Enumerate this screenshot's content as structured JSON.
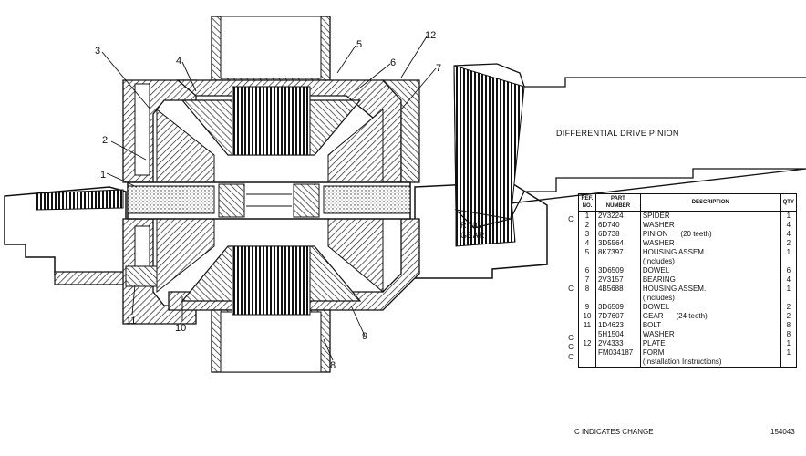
{
  "callouts": [
    "1",
    "2",
    "3",
    "4",
    "5",
    "6",
    "7",
    "8",
    "9",
    "10",
    "11",
    "12"
  ],
  "labels": {
    "differential_drive_pinion": "DIFFERENTIAL DRIVE PINION",
    "ring_gear_1": "RING",
    "ring_gear_2": "GEAR"
  },
  "table": {
    "headers": {
      "ref_1": "REF.",
      "ref_2": "NO.",
      "part_1": "PART",
      "part_2": "NUMBER",
      "desc": "DESCRIPTION",
      "qty": "QTY"
    },
    "rows": [
      {
        "change": "C",
        "ref": "1",
        "part": "2V3224",
        "desc": "SPIDER",
        "note": "",
        "qty": "1"
      },
      {
        "change": "",
        "ref": "2",
        "part": "6D740",
        "desc": "WASHER",
        "note": "",
        "qty": "4"
      },
      {
        "change": "",
        "ref": "3",
        "part": "6D738",
        "desc": "PINION",
        "note": "(20 teeth)",
        "qty": "4"
      },
      {
        "change": "",
        "ref": "4",
        "part": "3D5564",
        "desc": "WASHER",
        "note": "",
        "qty": "2"
      },
      {
        "change": "",
        "ref": "5",
        "part": "8K7397",
        "desc": "HOUSING ASSEM.",
        "note": "",
        "qty": "1"
      },
      {
        "change": "",
        "ref": "",
        "part": "",
        "desc": "(Includes)",
        "note": "",
        "qty": ""
      },
      {
        "change": "",
        "ref": "6",
        "part": "3D6509",
        "desc": "DOWEL",
        "note": "",
        "qty": "6"
      },
      {
        "change": "C",
        "ref": "7",
        "part": "2V3157",
        "desc": "BEARING",
        "note": "",
        "qty": "4"
      },
      {
        "change": "",
        "ref": "8",
        "part": "4B5688",
        "desc": "HOUSING ASSEM.",
        "note": "",
        "qty": "1"
      },
      {
        "change": "",
        "ref": "",
        "part": "",
        "desc": "(Includes)",
        "note": "",
        "qty": ""
      },
      {
        "change": "",
        "ref": "9",
        "part": "3D6509",
        "desc": "DOWEL",
        "note": "",
        "qty": "2"
      },
      {
        "change": "",
        "ref": "10",
        "part": "7D7607",
        "desc": "GEAR",
        "note": "(24 teeth)",
        "qty": "2"
      },
      {
        "change": "C",
        "ref": "11",
        "part": "1D4623",
        "desc": "BOLT",
        "note": "",
        "qty": "8"
      },
      {
        "change": "C",
        "ref": "",
        "part": "5H1504",
        "desc": "WASHER",
        "note": "",
        "qty": "8"
      },
      {
        "change": "C",
        "ref": "12",
        "part": "2V4333",
        "desc": "PLATE",
        "note": "",
        "qty": "1"
      },
      {
        "change": "",
        "ref": "",
        "part": "",
        "desc": "",
        "note": "",
        "qty": ""
      },
      {
        "change": "",
        "ref": "",
        "part": "",
        "desc": "",
        "note": "",
        "qty": ""
      },
      {
        "change": "",
        "ref": "",
        "part": "FM034187",
        "desc": "FORM",
        "note": "",
        "qty": "1"
      },
      {
        "change": "",
        "ref": "",
        "part": "",
        "desc": "(Installation Instructions)",
        "note": "",
        "qty": ""
      }
    ]
  },
  "footer": {
    "change_note": "C  INDICATES CHANGE",
    "code": "154043"
  }
}
